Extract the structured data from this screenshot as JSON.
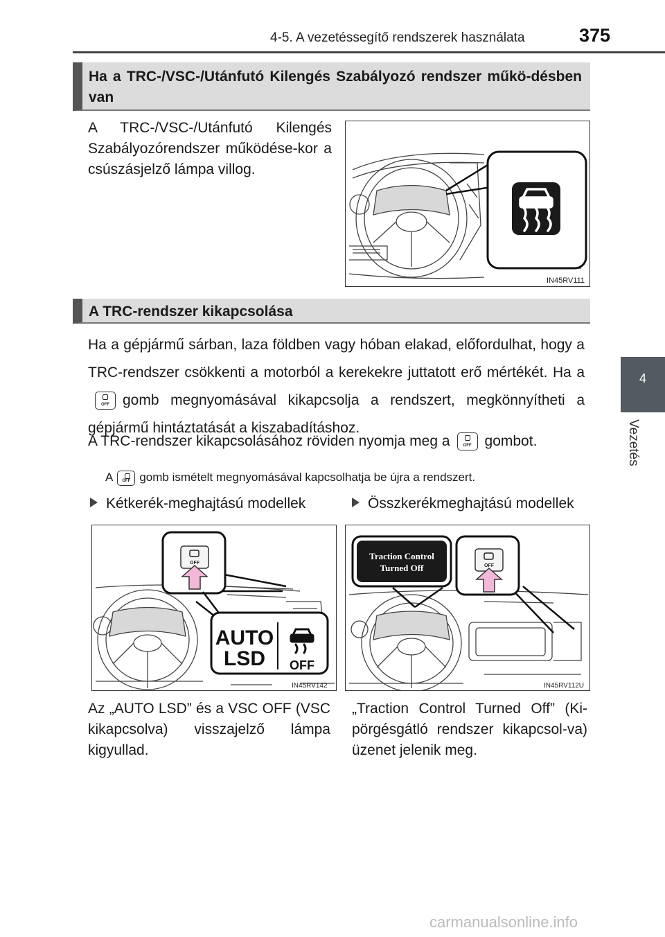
{
  "header": {
    "section": "4-5. A vezetéssegítő rendszerek használata",
    "page_number": "375"
  },
  "side_tab": {
    "chapter_number": "4",
    "chapter_label": "Vezetés"
  },
  "section1": {
    "heading": "Ha a TRC-/VSC-/Utánfutó Kilengés Szabályozó rendszer műkö-désben van",
    "text": "A TRC-/VSC-/Utánfutó Kilengés Szabályozórendszer működése-kor a csúszásjelző lámpa villog.",
    "figure_code": "IN45RV111"
  },
  "section2": {
    "heading": "A TRC-rendszer kikapcsolása",
    "para1_before": "Ha a gépjármű sárban, laza földben vagy hóban elakad, előfordulhat, hogy a TRC-rendszer csökkenti a motorból a kerekekre juttatott erő mértékét. Ha a",
    "para1_after": "gomb megnyomásával kikapcsolja a rendszert, megkönnyítheti a gépjármű hintáztatását a kiszabadításhoz.",
    "para2_before": "A TRC-rendszer kikapcsolásához röviden nyomja meg a",
    "para2_after": "gombot.",
    "note_before": "A",
    "note_after": "gomb ismételt megnyomásával kapcsolhatja be újra a rendszert.",
    "button_label": "OFF"
  },
  "models": {
    "two_wheel": {
      "label": "Kétkerék-meghajtású modellek",
      "figure_code": "IN45RV142",
      "indicator_auto": "AUTO",
      "indicator_lsd": "LSD",
      "indicator_off": "OFF",
      "button_label": "OFF",
      "caption": "Az „AUTO LSD” és a VSC OFF (VSC kikapcsolva) visszajelző lámpa kigyullad."
    },
    "four_wheel": {
      "label": "Összkerékmeghajtású modellek",
      "figure_code": "IN45RV112U",
      "message_line1": "Traction Control",
      "message_line2": "Turned Off",
      "button_label": "OFF",
      "caption": "„Traction Control Turned Off” (Ki-pörgésgátló rendszer kikapcsol-va) üzenet jelenik meg."
    }
  },
  "footer": {
    "watermark": "carmanualsonline.info"
  }
}
